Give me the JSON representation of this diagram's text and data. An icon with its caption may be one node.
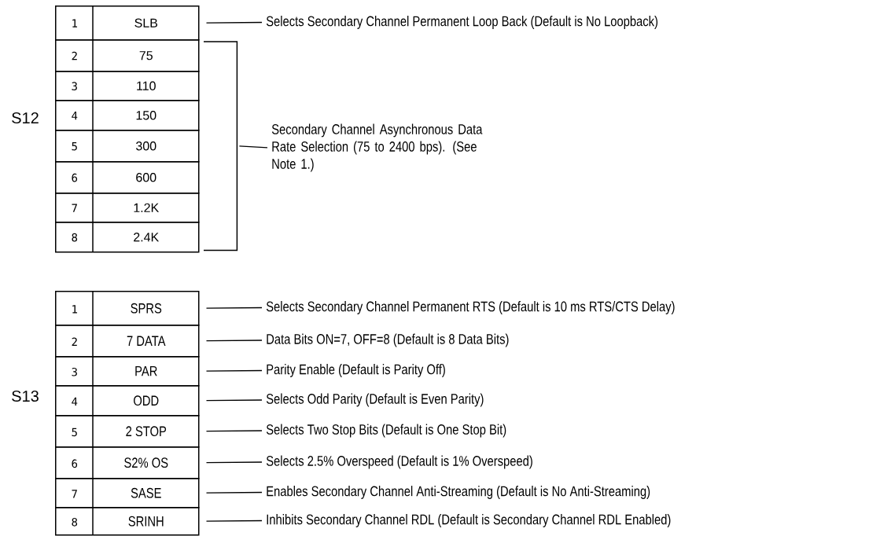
{
  "diagram": {
    "nodes": [
      {
        "text": [
          "1",
          "SLB"
        ]
      },
      {
        "text": [
          "2",
          "75"
        ]
      },
      {
        "text": [
          "3",
          "110"
        ]
      },
      {
        "text": [
          "4",
          "150"
        ]
      },
      {
        "text": [
          "5",
          "300"
        ]
      },
      {
        "text": [
          "6",
          "600"
        ]
      },
      {
        "text": [
          "7",
          "1.2K"
        ]
      },
      {
        "text": [
          "8",
          "2.4K"
        ]
      },
      {
        "text": [
          "Selects Secondary Channel Permanent Loop Back (Default is No Loopback)"
        ]
      },
      {
        "text": [],
        "shape": "bracket"
      },
      {
        "text": [
          "Secondary Channel Asynchronous Data Rate Selection (75 to 2400 bps). (See Note 1.)"
        ]
      },
      {
        "text": [
          "1",
          "SPRS"
        ]
      },
      {
        "text": [
          "2",
          "7 DATA"
        ]
      },
      {
        "text": [
          "3",
          "PAR"
        ]
      },
      {
        "text": [
          "4",
          "ODD"
        ]
      },
      {
        "text": [
          "5",
          "2 STOP"
        ]
      },
      {
        "text": [
          "6",
          "S2% OS"
        ]
      },
      {
        "text": [
          "7",
          "SASE"
        ]
      },
      {
        "text": [
          "8",
          "SRINH"
        ]
      },
      {
        "text": [
          "Selects Secondary Channel Permanent RTS (Default is 10 ms RTS/CTS Delay)"
        ]
      },
      {
        "text": [
          "Data Bits ON=7, OFF=8 (Default is 8 Data Bits)"
        ]
      },
      {
        "text": [
          "Parity Enable (Default is Parity Off)"
        ]
      },
      {
        "text": [
          "Selects Odd Parity (Default is Even Parity)"
        ]
      },
      {
        "text": [
          "Selects Two Stop Bits (Default is One Stop Bit)"
        ]
      },
      {
        "text": [
          "Selects 2.5% Overspeed (Default is 1% Overspeed)"
        ]
      },
      {
        "text": [
          "Enables Secondary Channel Anti-Streaming (Default is No Anti-Streaming)"
        ]
      },
      {
        "text": [
          "Inhibits Secondary Channel RDL (Default is Secondary Channel RDL Enabled)"
        ]
      }
    ],
    "edges": [
      {
        "from": 0,
        "to": 8,
        "arrow": "none"
      },
      {
        "from": 9,
        "to": 10,
        "arrow": "none"
      },
      {
        "from": 11,
        "to": 19,
        "arrow": "none"
      },
      {
        "from": 12,
        "to": 20,
        "arrow": "none"
      },
      {
        "from": 13,
        "to": 21,
        "arrow": "none"
      },
      {
        "from": 14,
        "to": 22,
        "arrow": "none"
      },
      {
        "from": 15,
        "to": 23,
        "arrow": "none"
      },
      {
        "from": 16,
        "to": 24,
        "arrow": "none"
      },
      {
        "from": 17,
        "to": 25,
        "arrow": "none"
      },
      {
        "from": 18,
        "to": 26,
        "arrow": "none"
      }
    ],
    "labels": [
      "S12",
      "S13"
    ]
  }
}
